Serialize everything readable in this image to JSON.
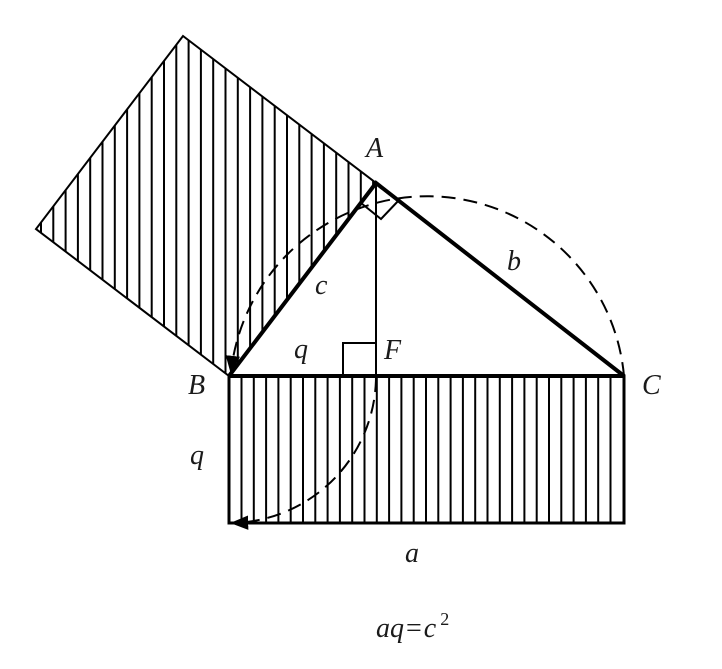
{
  "labels": {
    "A": "A",
    "B": "B",
    "C": "C",
    "F": "F",
    "a": "a",
    "b": "b",
    "c": "c",
    "q_top": "q",
    "q_left": "q"
  },
  "equation": {
    "lhs": "aq",
    "eq": "=",
    "rhs": "c",
    "exp": "2"
  },
  "colors": {
    "stroke": "#000000"
  }
}
